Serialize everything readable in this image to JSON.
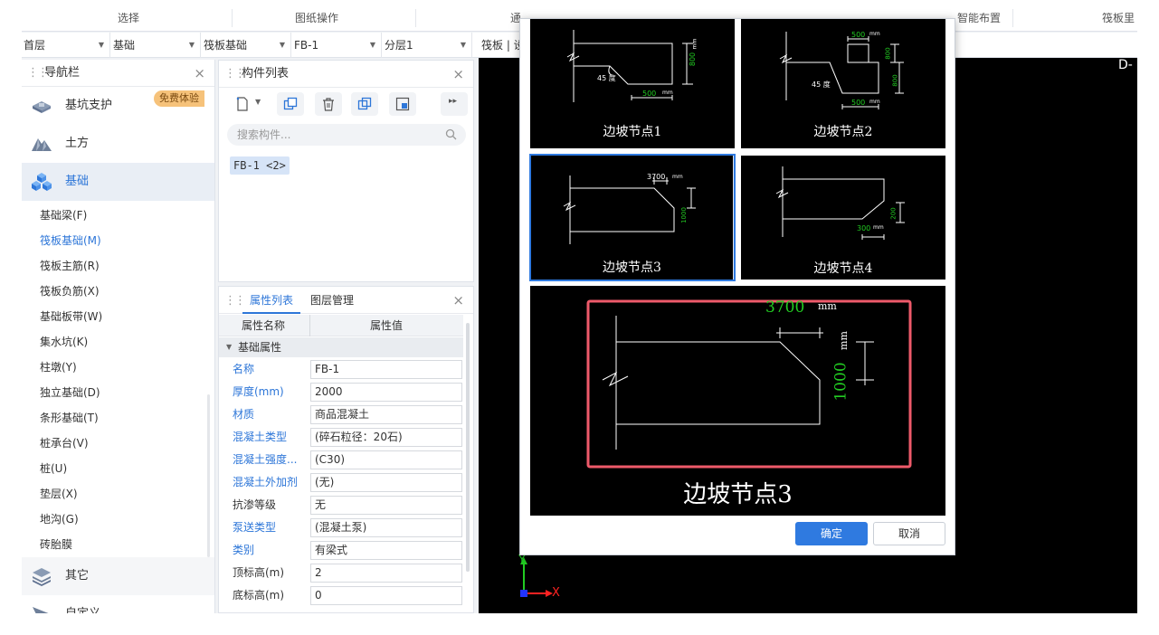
{
  "ribbon": {
    "items": [
      "选择",
      "图纸操作",
      "通",
      "智能布置",
      "筏板里"
    ]
  },
  "selectors": [
    {
      "value": "首层"
    },
    {
      "value": "基础"
    },
    {
      "value": "筏板基础"
    },
    {
      "value": "FB-1"
    },
    {
      "value": "分层1"
    },
    {
      "value": "筏板 | 设"
    }
  ],
  "nav": {
    "title": "导航栏",
    "categories": [
      {
        "label": "基坑支护",
        "icon": "pit-support-icon"
      },
      {
        "label": "土方",
        "icon": "earthwork-icon"
      },
      {
        "label": "基础",
        "icon": "foundation-icon"
      }
    ],
    "badge": "免费体验",
    "items": [
      "基础梁(F)",
      "筏板基础(M)",
      "筏板主筋(R)",
      "筏板负筋(X)",
      "基础板带(W)",
      "集水坑(K)",
      "柱墩(Y)",
      "独立基础(D)",
      "条形基础(T)",
      "桩承台(V)",
      "桩(U)",
      "垫层(X)",
      "地沟(G)",
      "砖胎膜"
    ],
    "bottom_categories": [
      {
        "label": "其它",
        "icon": "layers-icon"
      },
      {
        "label": "自定义",
        "icon": "custom-icon"
      }
    ]
  },
  "component_list": {
    "title": "构件列表",
    "search_placeholder": "搜索构件...",
    "items": [
      "FB-1 <2>"
    ]
  },
  "properties": {
    "tabs": [
      "属性列表",
      "图层管理"
    ],
    "col_name": "属性名称",
    "col_value": "属性值",
    "group": "基础属性",
    "rows": [
      {
        "name": "名称",
        "value": "FB-1",
        "link": true
      },
      {
        "name": "厚度(mm)",
        "value": "2000",
        "link": true
      },
      {
        "name": "材质",
        "value": "商品混凝土",
        "link": true
      },
      {
        "name": "混凝土类型",
        "value": "(碎石粒径：20石)",
        "link": true
      },
      {
        "name": "混凝土强度...",
        "value": "(C30)",
        "link": true
      },
      {
        "name": "混凝土外加剂",
        "value": "(无)",
        "link": true
      },
      {
        "name": "抗渗等级",
        "value": "无",
        "link": false
      },
      {
        "name": "泵送类型",
        "value": "(混凝土泵)",
        "link": true
      },
      {
        "name": "类别",
        "value": "有梁式",
        "link": true
      },
      {
        "name": "顶标高(m)",
        "value": "2",
        "link": false
      },
      {
        "name": "底标高(m)",
        "value": "0",
        "link": false
      }
    ]
  },
  "canvas": {
    "corner_label": "D-",
    "axis_x": "X",
    "axis_y": "Y"
  },
  "dialog": {
    "nodes": [
      {
        "caption": "边坡节点1",
        "angle": "45",
        "angle_unit": "度",
        "width": "500",
        "height": "800",
        "unit": "mm"
      },
      {
        "caption": "边坡节点2",
        "angle": "45",
        "angle_unit": "度",
        "top_width": "500",
        "height1": "800",
        "height2": "800",
        "bottom_width": "500",
        "unit": "mm"
      },
      {
        "caption": "边坡节点3",
        "width": "3700",
        "height": "1000",
        "unit": "mm"
      },
      {
        "caption": "边坡节点4",
        "width": "300",
        "height": "200",
        "unit": "mm"
      }
    ],
    "selected_index": 2,
    "preview": {
      "caption": "边坡节点3",
      "width": "3700",
      "height": "1000",
      "unit": "mm"
    },
    "ok_label": "确定",
    "cancel_label": "取消"
  }
}
